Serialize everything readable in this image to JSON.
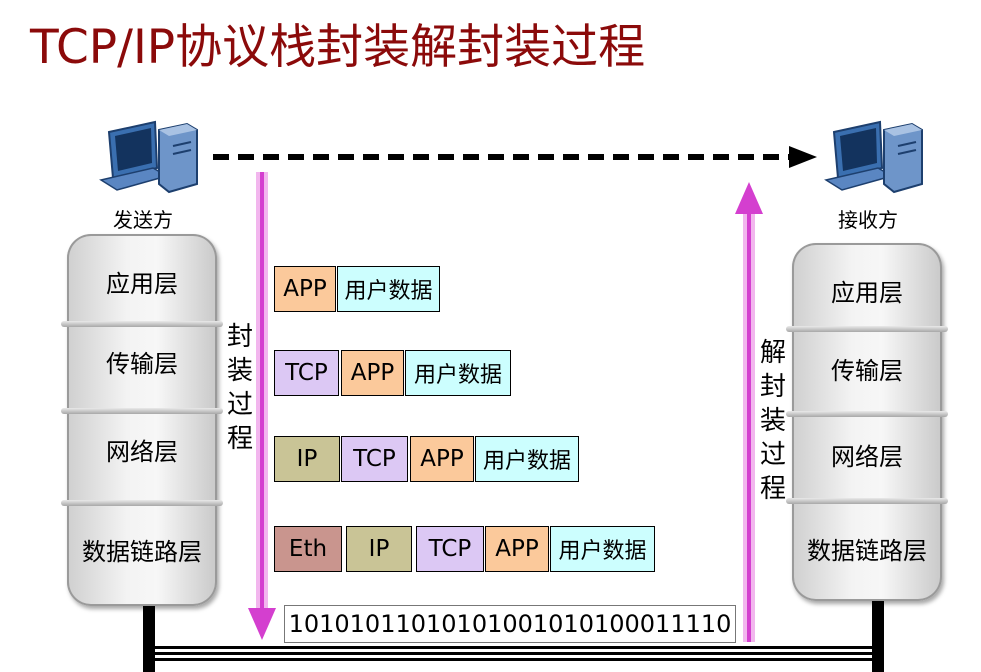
{
  "title": "TCP/IP协议栈封装解封装过程",
  "sender": {
    "label": "发送方"
  },
  "receiver": {
    "label": "接收方"
  },
  "layers": [
    "应用层",
    "传输层",
    "网络层",
    "数据链路层"
  ],
  "encap_label": [
    "封",
    "装",
    "过",
    "程"
  ],
  "decap_label": [
    "解",
    "封",
    "装",
    "过",
    "程"
  ],
  "packets": {
    "app": [
      "APP",
      "用户数据"
    ],
    "transport": [
      "TCP",
      "APP",
      "用户数据"
    ],
    "network": [
      "IP",
      "TCP",
      "APP",
      "用户数据"
    ],
    "datalink": [
      "Eth",
      "IP",
      "TCP",
      "APP",
      "用户数据"
    ]
  },
  "bits": "10101011010101001010100011110",
  "colors": {
    "title": "#8b0a0a",
    "arrow": "#e040d8",
    "app": "#fbc99b",
    "data": "#ccfefe",
    "tcp": "#dcc8f4",
    "ip": "#c9c496",
    "eth": "#c9958e"
  }
}
